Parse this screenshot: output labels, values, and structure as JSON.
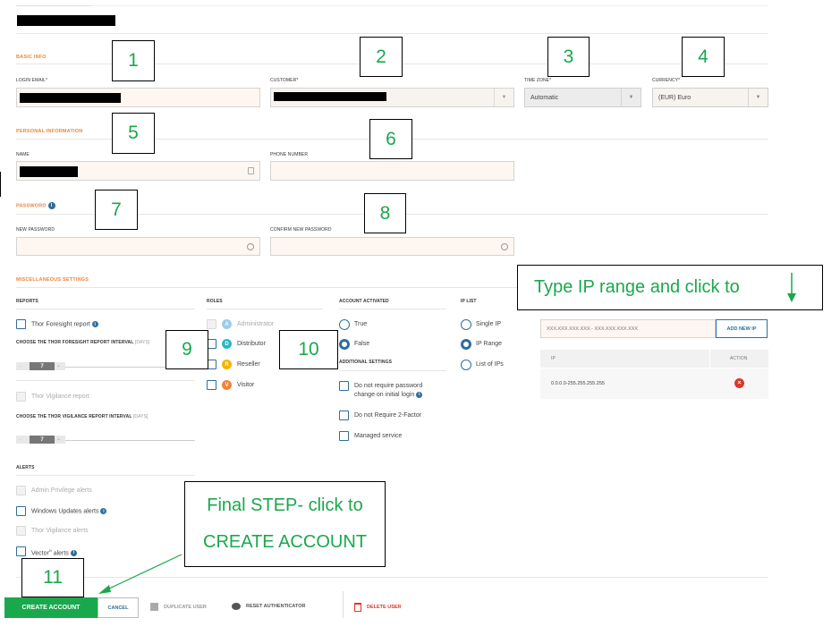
{
  "callouts": {
    "c1": "1",
    "c2": "2",
    "c3": "3",
    "c4": "4",
    "c5": "5",
    "c6": "6",
    "c7": "7",
    "c8": "8",
    "c9": "9",
    "c10": "10",
    "c11": "11",
    "ip_hint": "Type IP range and click to",
    "final_line1": "Final STEP- click to",
    "final_line2": "CREATE ACCOUNT"
  },
  "basic_info": {
    "title": "BASIC INFO",
    "login_email_label": "LOGIN EMAIL*",
    "customer_label": "CUSTOMER*",
    "timezone_label": "TIME ZONE*",
    "timezone_value": "Automatic",
    "currency_label": "CURRENCY*",
    "currency_value": "(EUR) Euro"
  },
  "personal": {
    "title": "PERSONAL INFORMATION",
    "name_label": "NAME",
    "phone_label": "PHONE NUMBER"
  },
  "password": {
    "title": "PASSWORD",
    "new_label": "NEW PASSWORD",
    "confirm_label": "CONFIRM NEW PASSWORD"
  },
  "misc": {
    "title": "MISCELLANEOUS SETTINGS",
    "reports_title": "REPORTS",
    "foresight_report": "Thor Foresight report",
    "foresight_interval_label": "CHOOSE THE THOR FORESIGHT REPORT INTERVAL",
    "foresight_interval_unit": "[DAYS]",
    "foresight_value": "7",
    "vigilance_report": "Thor Vigilance report",
    "vigilance_interval_label": "CHOOSE THE THOR VIGILANCE REPORT INTERVAL",
    "vigilance_interval_unit": "[DAYS]",
    "vigilance_value": "7",
    "slider_minus": "-",
    "slider_plus": "+",
    "roles_title": "ROLES",
    "roles": [
      {
        "label": "Administrator",
        "letter": "A",
        "color": "#4aa3df"
      },
      {
        "label": "Distributor",
        "letter": "D",
        "color": "#29b6c9"
      },
      {
        "label": "Reseller",
        "letter": "R",
        "color": "#f4b400"
      },
      {
        "label": "Visitor",
        "letter": "V",
        "color": "#f0843c"
      }
    ],
    "activated_title": "ACCOUNT ACTIVATED",
    "activated_true": "True",
    "activated_false": "False",
    "additional_title": "ADDITIONAL SETTINGS",
    "no_password_change_line1": "Do not require password",
    "no_password_change_line2": "change on initial login",
    "no_2fa": "Do not Require 2-Factor",
    "managed_service": "Managed service",
    "iplist_title": "IP LIST",
    "ip_single": "Single IP",
    "ip_range": "IP Range",
    "ip_list": "List of IPs",
    "ip_placeholder": "XXX.XXX.XXX.XXX - XXX.XXX.XXX.XXX",
    "add_ip_button": "ADD NEW IP",
    "ip_col": "IP",
    "action_col": "ACTION",
    "ip_entry": "0.0.0.0-255.255.255.255",
    "alerts_title": "ALERTS",
    "alert_admin": "Admin Privilege alerts",
    "alert_windows": "Windows Updates alerts",
    "alert_vigilance": "Thor Vigilance alerts",
    "alert_vector_prefix": "Vector",
    "alert_vector_sup": "N",
    "alert_vector_suffix": " alerts"
  },
  "footer": {
    "create": "CREATE ACCOUNT",
    "cancel": "CANCEL",
    "duplicate": "DUPLICATE USER",
    "reset_auth": "RESET AUTHENTICATOR",
    "delete": "DELETE USER"
  },
  "colors": {
    "accent_orange": "#f0843c",
    "primary_blue": "#2f6e9d",
    "callout_green": "#1aa84c",
    "delete_red": "#d9382b"
  }
}
